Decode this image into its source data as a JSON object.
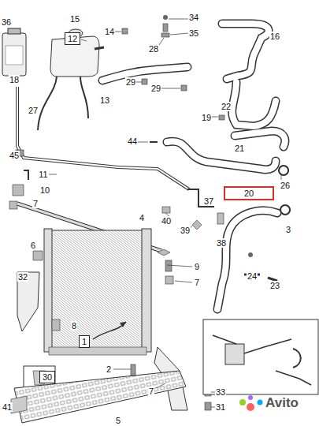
{
  "diagram": {
    "nodes": [
      {
        "text": [
          "12"
        ]
      },
      {
        "text": [
          "20"
        ]
      },
      {
        "text": [
          "1"
        ]
      },
      {
        "text": [
          "30"
        ]
      }
    ],
    "labels": [
      "36",
      "15",
      "14",
      "34",
      "35",
      "28",
      "16",
      "18",
      "29",
      "29",
      "13",
      "27",
      "22",
      "19",
      "21",
      "44",
      "45",
      "11",
      "26",
      "10",
      "37",
      "7",
      "4",
      "40",
      "3",
      "39",
      "38",
      "6",
      "9",
      "24",
      "23",
      "32",
      "7",
      "8",
      "2",
      "33",
      "7",
      "31",
      "41",
      "5",
      "Avito"
    ]
  }
}
